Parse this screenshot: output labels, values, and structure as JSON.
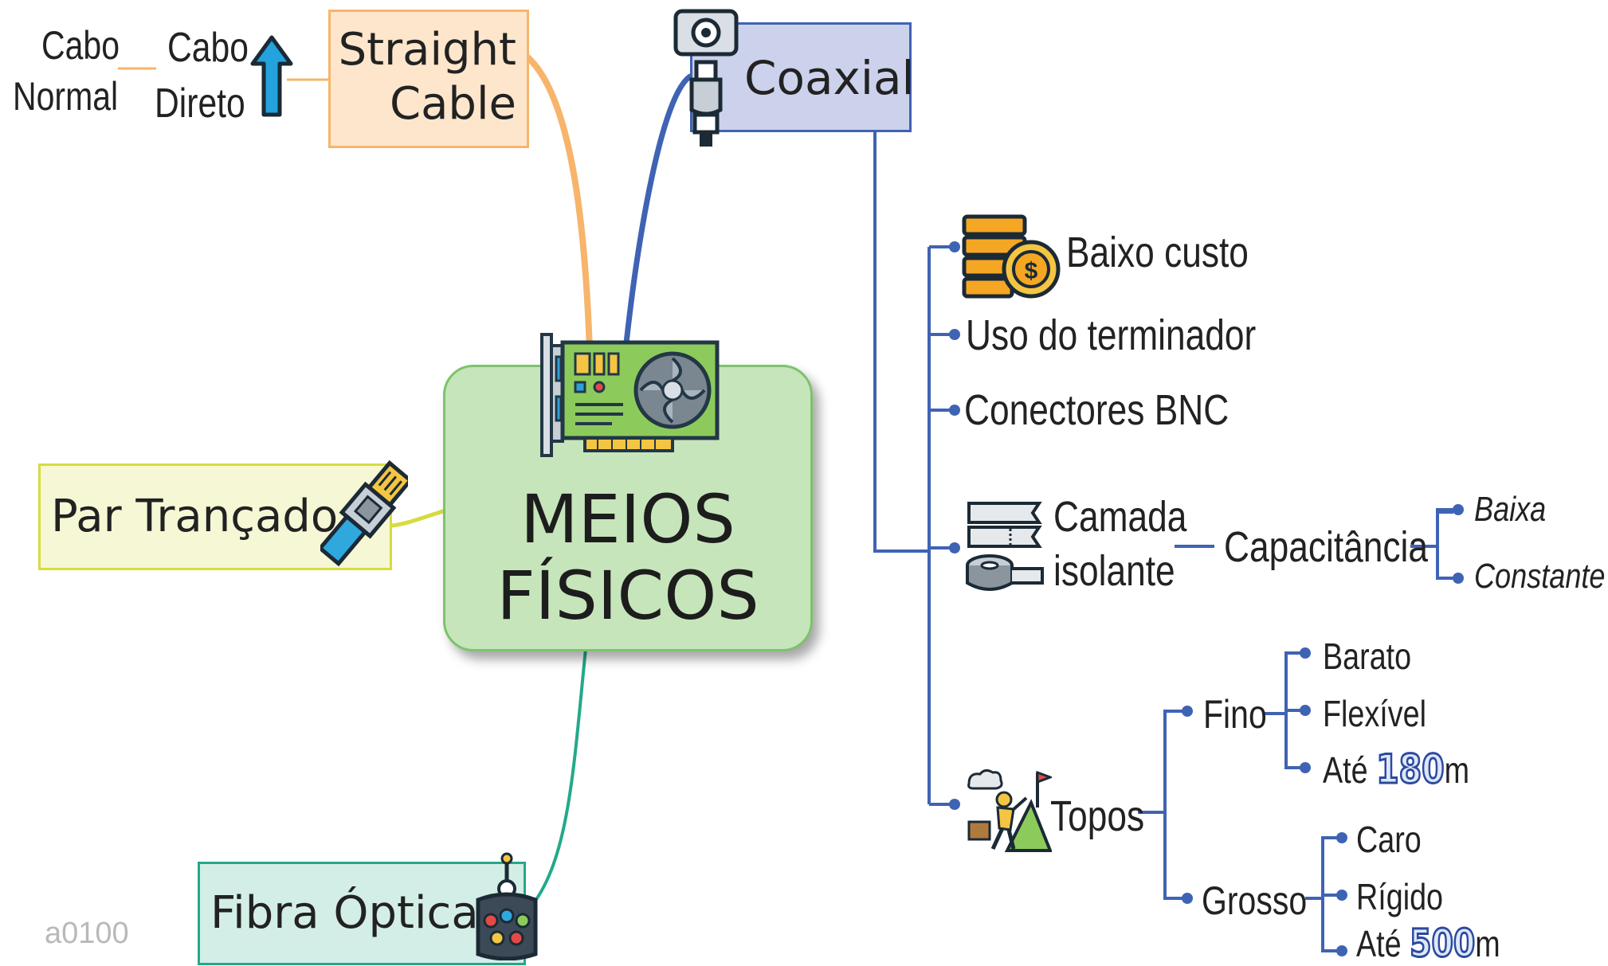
{
  "center": {
    "line1": "MEIOS",
    "line2": "FÍSICOS"
  },
  "branches": {
    "straight": {
      "title_line1": "Straight",
      "title_line2": "Cable",
      "child_line1": "Cabo",
      "child_line2": "Direto",
      "grandchild_line1": "Cabo",
      "grandchild_line2": "Normal"
    },
    "coaxial": {
      "title": "Coaxial"
    },
    "par": {
      "title": "Par Trançado"
    },
    "fibra": {
      "title": "Fibra Óptica"
    }
  },
  "coaxial_items": {
    "baixo_custo": "Baixo custo",
    "terminador": "Uso do terminador",
    "bnc": "Conectores BNC",
    "camada_line1": "Camada",
    "camada_line2": "isolante",
    "capacitancia": "Capacitância",
    "baixa": "Baixa",
    "constante": "Constante",
    "topos": "Topos",
    "fino": "Fino",
    "barato": "Barato",
    "flexivel": "Flexível",
    "ate": "Até",
    "fino_len": "180",
    "unit": "m",
    "grosso": "Grosso",
    "caro": "Caro",
    "rigido": "Rígido",
    "grosso_len": "500"
  },
  "watermark": "a0100",
  "colors": {
    "center_fill": "#c6e5bb",
    "center_border": "#7dc36c",
    "straight_fill": "#fde6cc",
    "straight_border": "#f6b56b",
    "coaxial_fill": "#ccd1ec",
    "coaxial_border": "#3f63b4",
    "par_fill": "#f6f7d4",
    "par_border": "#d6dc3e",
    "fibra_fill": "#d3eee6",
    "fibra_border": "#23a98a",
    "tree_line": "#3f63b4"
  },
  "icons": [
    "network-card-icon",
    "coaxial-connector-icon",
    "ethernet-plug-icon",
    "fiber-cable-icon",
    "up-arrow-icon",
    "coins-icon",
    "insulation-tape-icon",
    "climber-summit-icon"
  ]
}
